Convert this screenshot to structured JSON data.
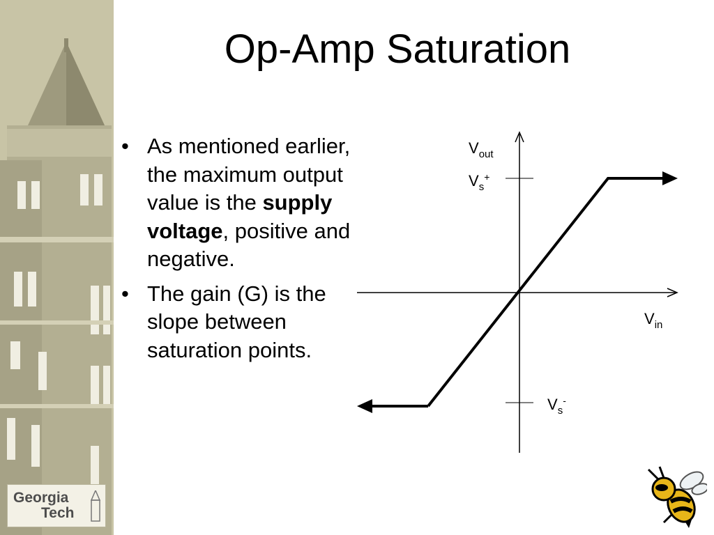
{
  "slide": {
    "title": "Op-Amp Saturation",
    "bullets": [
      {
        "marker": "•",
        "text_before": "As mentioned earlier, the maximum output value is the ",
        "bold": "supply voltage",
        "text_after": ", positive and negative."
      },
      {
        "marker": "•",
        "text": "The gain (G) is the slope between saturation points."
      }
    ]
  },
  "diagram": {
    "labels": {
      "vout_main": "V",
      "vout_sub": "out",
      "vs_plus_main": "V",
      "vs_plus_sub": "s",
      "vs_plus_sup": "+",
      "vin_main": "V",
      "vin_sub": "in",
      "vs_minus_main": "V",
      "vs_minus_sub": "s",
      "vs_minus_sup": "-"
    }
  },
  "branding": {
    "logo_line1": "Georgia",
    "logo_line2": "Tech",
    "sidebar_color": "#c9c5a8"
  }
}
